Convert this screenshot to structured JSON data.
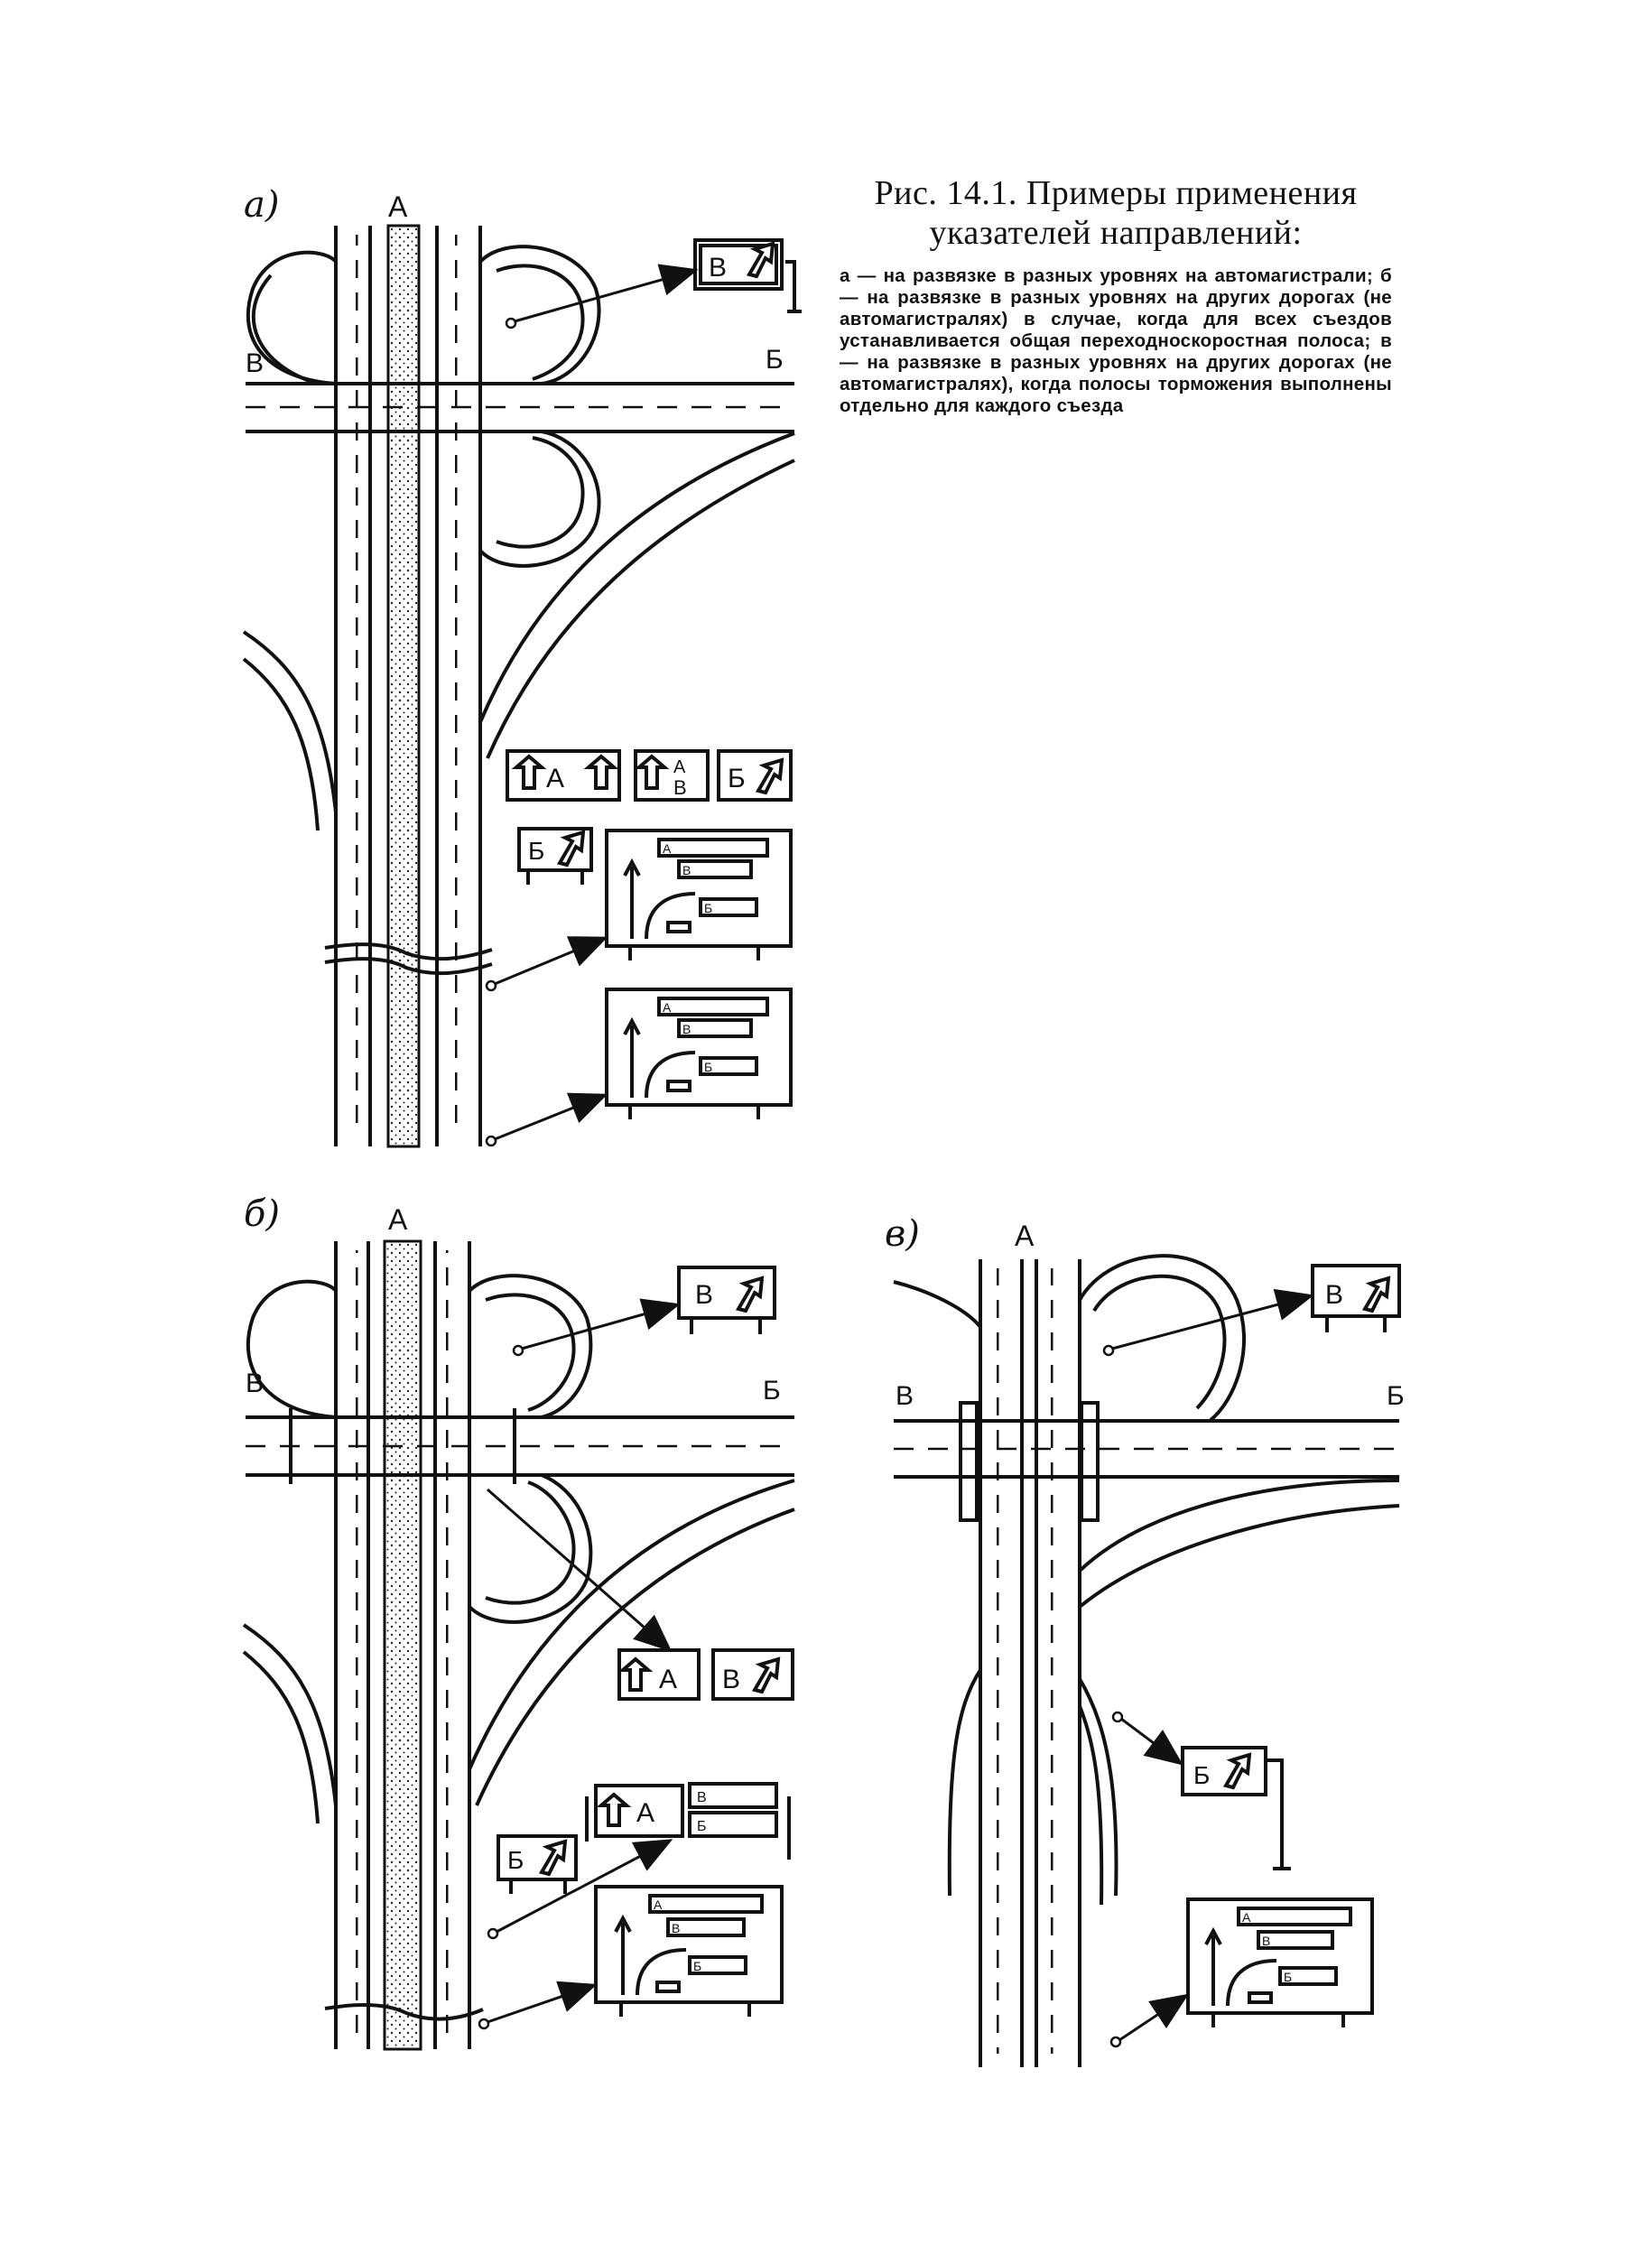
{
  "caption": {
    "title": "Рис. 14.1. Примеры применения указателей направлений:",
    "body": "а — на развязке в разных уровнях на автомагистрали; б — на развязке в разных уровнях на других дорогах (не автомагистралях) в случае, когда для всех съездов устанавливается общая переходноскоростная полоса; в — на развязке в разных уровнях на других дорогах (не автомагистралях), когда полосы торможения выполнены отдельно для каждого съезда"
  },
  "panels": {
    "a": {
      "label": "а)",
      "road_a": "А",
      "road_v": "В",
      "road_b": "Б",
      "sign_exit_v": "В",
      "sign_a": "А",
      "sign_av_top": "А",
      "sign_av_bottom": "В",
      "sign_b": "Б",
      "sign_b_small": "Б",
      "board1": {
        "row_a": "А",
        "row_v": "В",
        "row_b": "Б"
      },
      "board2": {
        "row_a": "А",
        "row_v": "В",
        "row_b": "Б"
      }
    },
    "b": {
      "label": "б)",
      "road_a": "А",
      "road_v": "В",
      "road_b": "Б",
      "sign_exit_v": "В",
      "sign_a": "А",
      "sign_v": "В",
      "sign_a2": "А",
      "sign_small_v": "В",
      "sign_small_b": "Б",
      "sign_b": "Б",
      "board": {
        "row_a": "А",
        "row_v": "В",
        "row_b": "Б"
      }
    },
    "c": {
      "label": "в)",
      "road_a": "А",
      "road_v": "В",
      "road_b": "Б",
      "sign_exit_v": "В",
      "sign_b": "Б",
      "board": {
        "row_a": "А",
        "row_v": "В",
        "row_b": "Б"
      }
    }
  }
}
